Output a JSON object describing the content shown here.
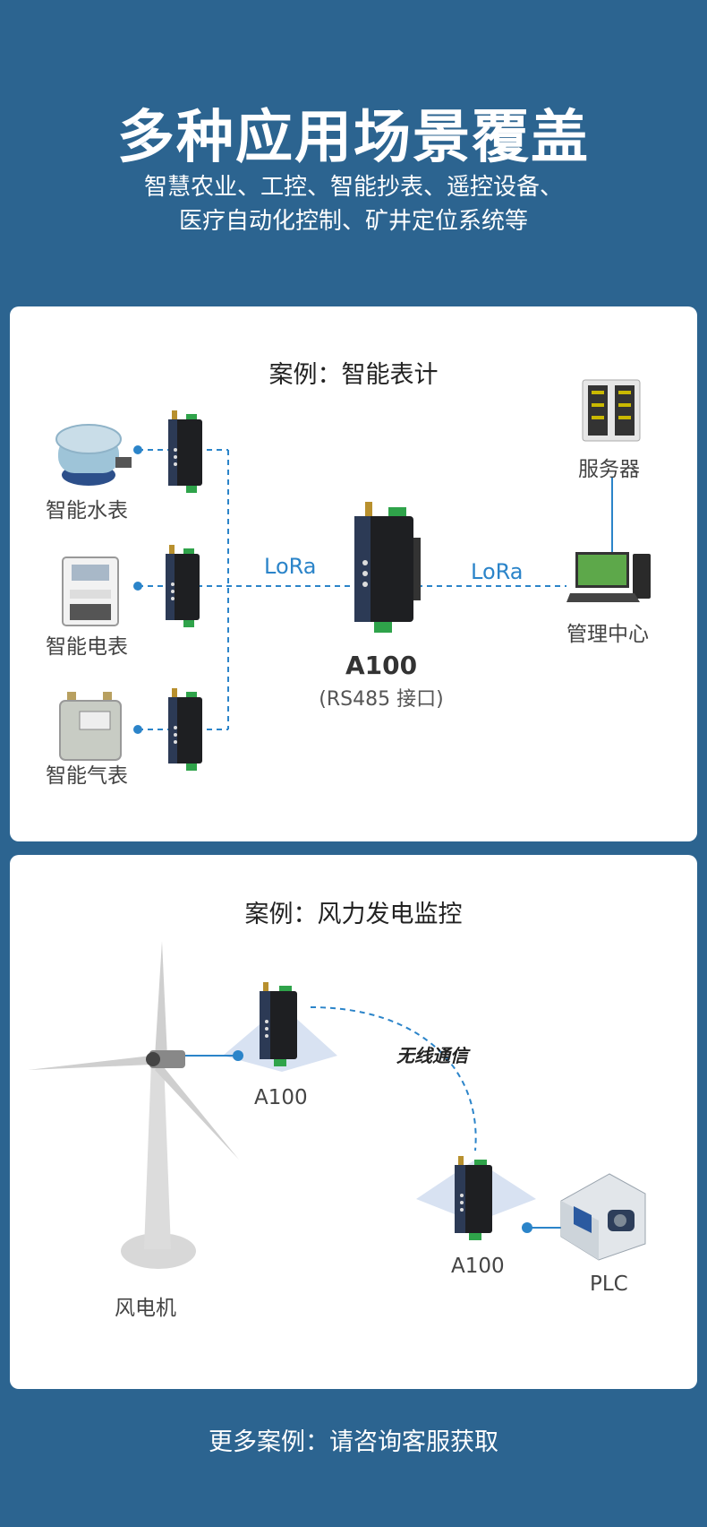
{
  "header": {
    "title": "多种应用场景覆盖",
    "subtitle_line1": "智慧农业、工控、智能抄表、遥控设备、",
    "subtitle_line2": "医疗自动化控制、矿井定位系统等"
  },
  "case1": {
    "title": "案例：智能表计",
    "water_meter": "智能水表",
    "electric_meter": "智能电表",
    "gas_meter": "智能气表",
    "lora_left": "LoRa",
    "lora_right": "LoRa",
    "device_name": "A100",
    "device_desc": "(RS485 接口)",
    "server": "服务器",
    "management": "管理中心"
  },
  "case2": {
    "title": "案例：风力发电监控",
    "device1": "A100",
    "device2": "A100",
    "wireless": "无线通信",
    "turbine": "风电机",
    "plc": "PLC"
  },
  "footer": {
    "text": "更多案例：请咨询客服获取"
  },
  "colors": {
    "background": "#2c6490",
    "accent": "#2b84c9",
    "card": "#ffffff"
  }
}
